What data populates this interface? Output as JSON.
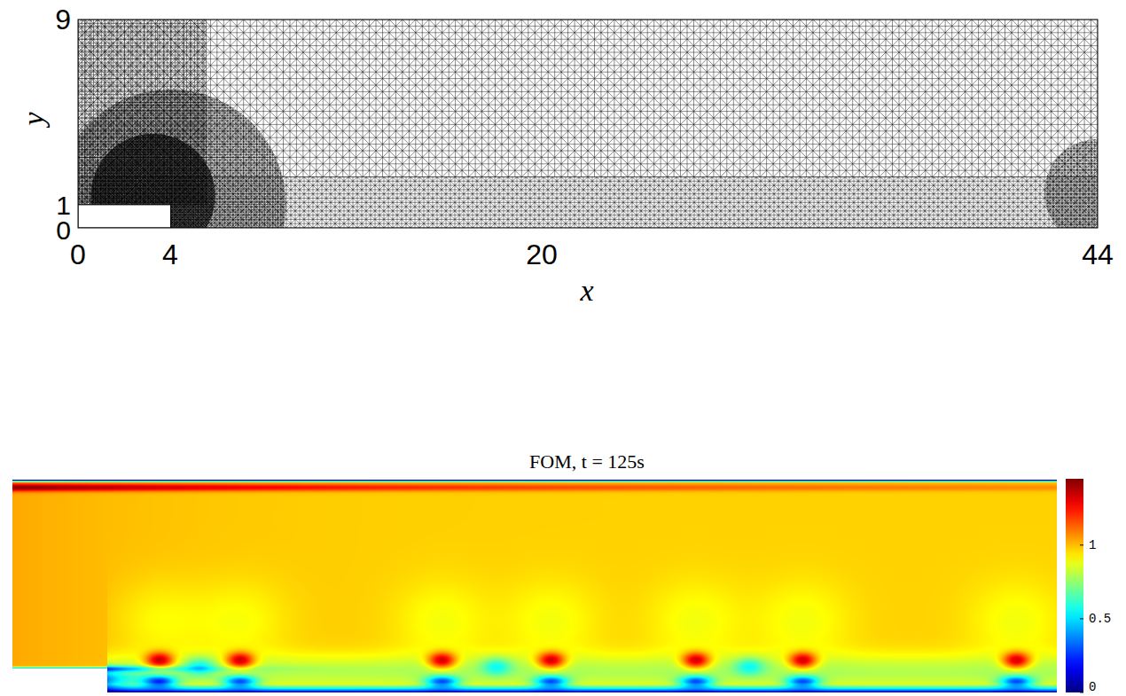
{
  "diagram": {
    "labels": [
      "9",
      "1",
      "0",
      "y",
      "0",
      "4",
      "20",
      "44",
      "x",
      "FOM, t = 125s",
      "1",
      "0.5",
      "0"
    ]
  }
}
